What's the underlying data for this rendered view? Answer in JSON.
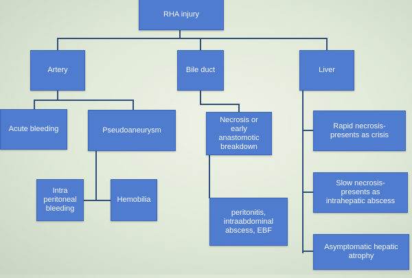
{
  "diagram": {
    "root": "RHA injury",
    "artery": "Artery",
    "bile_duct": "Bile duct",
    "liver": "Liver",
    "acute_bleeding": "Acute bleeding",
    "pseudoaneurysm": "Pseudoaneurysm",
    "intraperitoneal_bleeding": "Intra\nperitoneal\nbleeding",
    "hemobilia": "Hemobilia",
    "necrosis_breakdown": "Necrosis or\nearly\nanastomotic\nbreakdown",
    "peritonitis": "peritonitis,\nintraabdominal\nabscess, EBF",
    "rapid_necrosis": "Rapid necrosis-\npresents as crisis",
    "slow_necrosis": "Slow necrosis-\npresents as\nintrahepatic abscess",
    "asymptomatic_atrophy": "Asymptomatic hepatic\natrophy"
  },
  "colors": {
    "node_fill": "#4f7ccf",
    "node_text": "#f4f7ff",
    "connector": "#2f4f7a",
    "background": "#e3ebdb"
  }
}
